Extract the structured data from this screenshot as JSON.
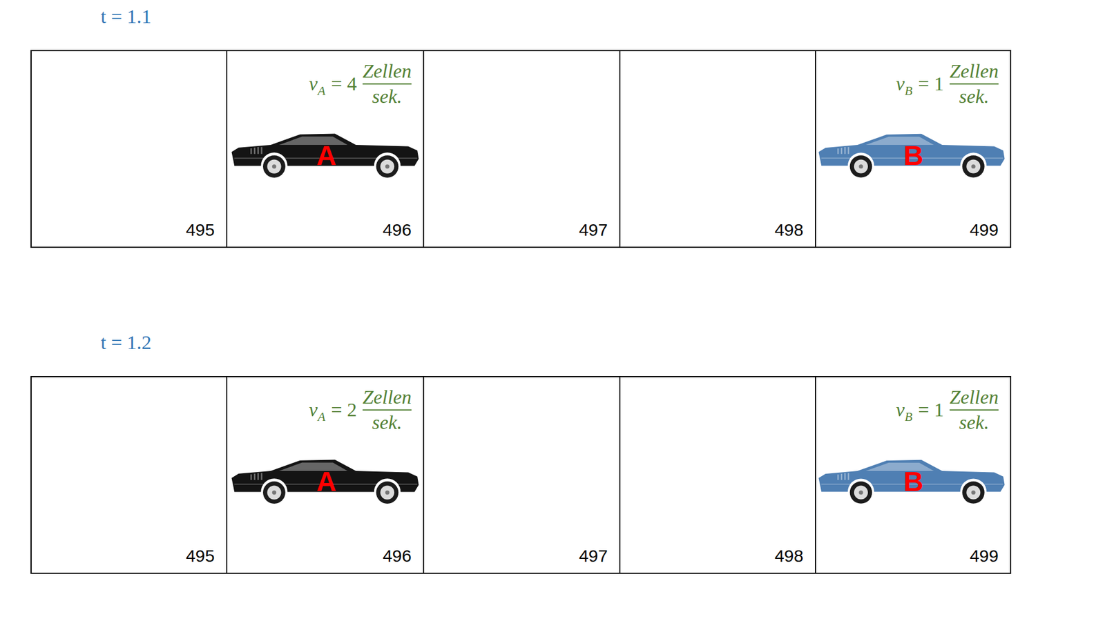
{
  "diagram": {
    "nodes": [
      {
        "text": [
          "495"
        ]
      },
      {
        "text": [
          "v",
          "A",
          "= 4",
          "Zellen",
          "sek.",
          "496"
        ]
      },
      {
        "text": [
          "497"
        ]
      },
      {
        "text": [
          "498"
        ]
      },
      {
        "text": [
          "v",
          "B",
          "= 1",
          "Zellen",
          "sek.",
          "499"
        ]
      },
      {
        "text": [
          "495"
        ]
      },
      {
        "text": [
          "v",
          "A",
          "= 2",
          "Zellen",
          "sek.",
          "496"
        ]
      },
      {
        "text": [
          "497"
        ]
      },
      {
        "text": [
          "498"
        ]
      },
      {
        "text": [
          "v",
          "B",
          "= 1",
          "Zellen",
          "sek.",
          "499"
        ]
      }
    ],
    "labels": [
      "t = 1.1",
      "A",
      "B",
      "t = 1.2",
      "A",
      "B"
    ]
  }
}
